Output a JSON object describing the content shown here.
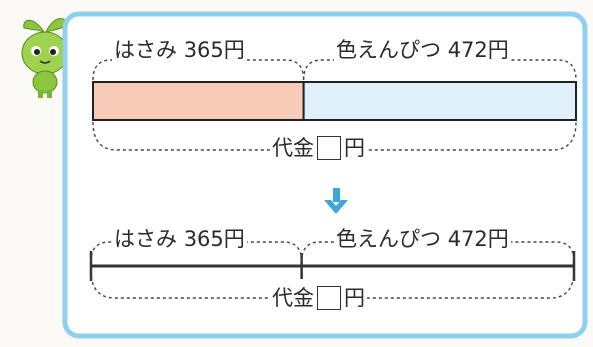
{
  "top": {
    "scissors": {
      "label": "はさみ",
      "amount": "365円",
      "value": 365
    },
    "pencils": {
      "label": "色えんぴつ",
      "amount": "472円",
      "value": 472
    },
    "total": {
      "label": "代金",
      "unit": "円"
    }
  },
  "bottom": {
    "scissors": {
      "label": "はさみ",
      "amount": "365円",
      "value": 365
    },
    "pencils": {
      "label": "色えんぴつ",
      "amount": "472円",
      "value": 472
    },
    "total": {
      "label": "代金",
      "unit": "円"
    }
  },
  "colors": {
    "frame": "#8fd0ee",
    "scissors_fill": "#f7cbb8",
    "pencils_fill": "#dff0fb",
    "arrow": "#3ba7dc",
    "mascot_green": "#8cc63f"
  },
  "icons": {
    "mascot": "sprout-mascot-icon",
    "arrow": "arrow-down-icon"
  }
}
